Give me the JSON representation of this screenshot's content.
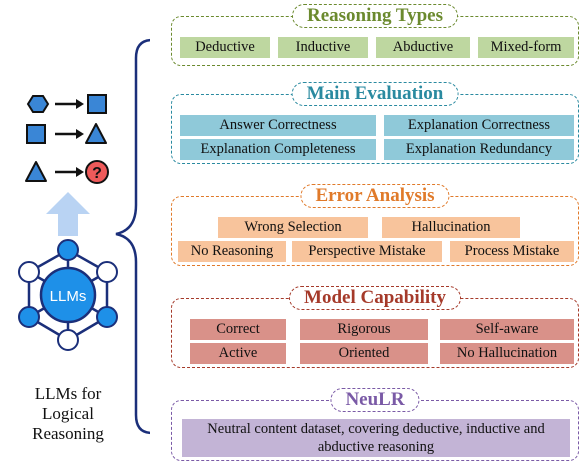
{
  "left": {
    "llm_badge": "LLMs",
    "caption": [
      "LLMs for",
      "Logical",
      "Reasoning"
    ]
  },
  "panels": {
    "reasoning_types": {
      "title": "Reasoning Types",
      "color": "#6b8a2e",
      "items": [
        "Deductive",
        "Inductive",
        "Abductive",
        "Mixed-form"
      ]
    },
    "main_evaluation": {
      "title": "Main Evaluation",
      "color": "#2a8aa0",
      "items": [
        "Answer Correctness",
        "Explanation Correctness",
        "Explanation Completeness",
        "Explanation Redundancy"
      ]
    },
    "error_analysis": {
      "title": "Error Analysis",
      "color": "#e07a2a",
      "items": [
        "Wrong Selection",
        "Hallucination",
        "No Reasoning",
        "Perspective Mistake",
        "Process Mistake"
      ]
    },
    "model_capability": {
      "title": "Model Capability",
      "color": "#a53a2a",
      "items": [
        "Correct",
        "Rigorous",
        "Self-aware",
        "Active",
        "Oriented",
        "No Hallucination"
      ]
    },
    "neulr": {
      "title": "NeuLR",
      "color": "#7a5aa6",
      "description": "Neutral content dataset,  covering deductive, inductive and abductive reasoning"
    }
  }
}
